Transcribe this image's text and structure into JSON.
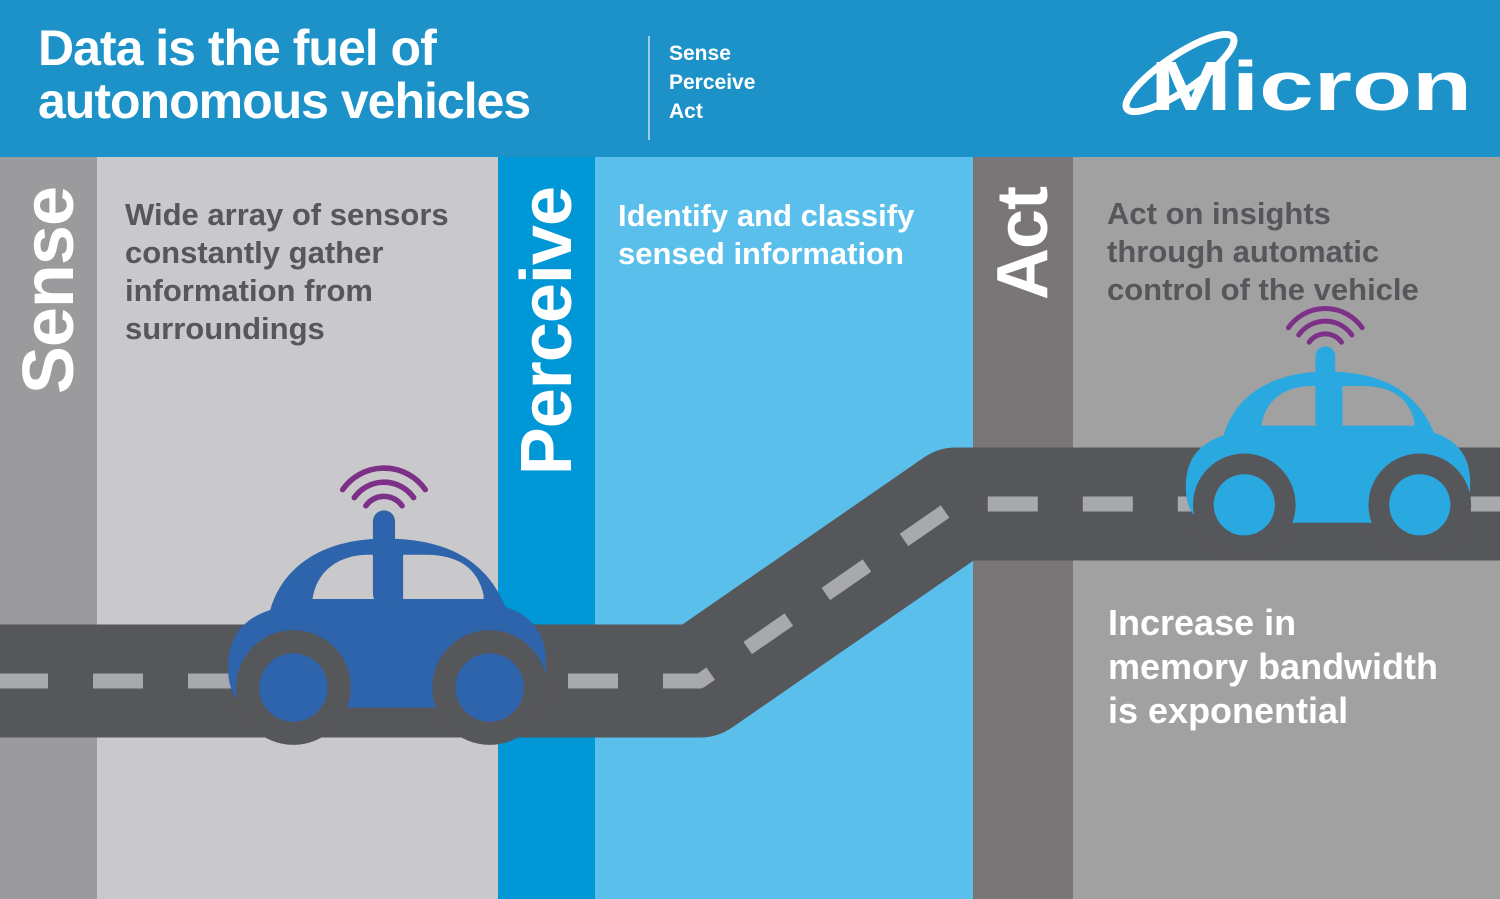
{
  "header": {
    "title": "Data is the fuel of\nautonomous vehicles",
    "steps": [
      "Sense",
      "Perceive",
      "Act"
    ]
  },
  "logo": {
    "text": "Micron"
  },
  "sections": [
    {
      "label": "Sense",
      "description": "Wide array of sensors\nconstantly gather\ninformation from\nsurroundings"
    },
    {
      "label": "Perceive",
      "description": "Identify and classify\nsensed information"
    },
    {
      "label": "Act",
      "description": "Act on insights\nthrough automatic\ncontrol of the vehicle"
    }
  ],
  "note": "Increase in\nmemory bandwidth\nis exponential",
  "colors": {
    "header_blue": "#1d92c8",
    "strip_gray": "#9b9a9c",
    "panel_light_gray": "#c9c8ca",
    "strip_blue": "#0097d7",
    "panel_light_blue": "#5bbfec",
    "strip_dark_gray": "#7a7577",
    "panel_gray": "#a2a1a2",
    "road_dark": "#56575b",
    "road_dash": "#a7a9ac",
    "text_dark": "#56575b",
    "car_dark_blue": "#2d64ab",
    "car_light_blue": "#2aa8e0",
    "wifi_purple": "#7d3087"
  }
}
